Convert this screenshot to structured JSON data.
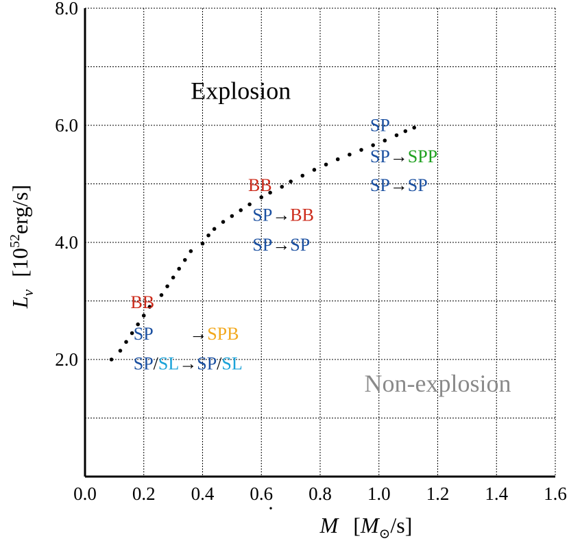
{
  "chart_data": {
    "type": "scatter",
    "xlabel": "Ṁ [M⊙/s]",
    "ylabel": "Lν [10^52 erg/s]",
    "xlim": [
      0.0,
      1.6
    ],
    "ylim": [
      0.0,
      8.0
    ],
    "x_ticks": [
      "0.0",
      "0.2",
      "0.4",
      "0.6",
      "0.8",
      "1.0",
      "1.2",
      "1.4",
      "1.6"
    ],
    "y_ticks": [
      "2.0",
      "4.0",
      "6.0",
      "8.0"
    ],
    "grid": true,
    "series": [
      {
        "points": [
          [
            0.09,
            2.0
          ],
          [
            0.12,
            2.15
          ],
          [
            0.14,
            2.3
          ],
          [
            0.16,
            2.45
          ],
          [
            0.18,
            2.6
          ],
          [
            0.2,
            2.75
          ],
          [
            0.22,
            2.9
          ],
          [
            0.26,
            3.1
          ],
          [
            0.28,
            3.25
          ],
          [
            0.3,
            3.4
          ],
          [
            0.32,
            3.55
          ],
          [
            0.34,
            3.7
          ],
          [
            0.36,
            3.85
          ],
          [
            0.4,
            3.98
          ],
          [
            0.42,
            4.12
          ],
          [
            0.44,
            4.23
          ],
          [
            0.47,
            4.35
          ],
          [
            0.5,
            4.45
          ],
          [
            0.53,
            4.55
          ],
          [
            0.56,
            4.65
          ],
          [
            0.6,
            4.77
          ],
          [
            0.63,
            4.85
          ],
          [
            0.67,
            4.95
          ],
          [
            0.7,
            5.04
          ],
          [
            0.74,
            5.14
          ],
          [
            0.78,
            5.24
          ],
          [
            0.82,
            5.33
          ],
          [
            0.86,
            5.42
          ],
          [
            0.9,
            5.5
          ],
          [
            0.94,
            5.58
          ],
          [
            0.98,
            5.66
          ],
          [
            1.02,
            5.74
          ],
          [
            1.06,
            5.83
          ],
          [
            1.09,
            5.9
          ],
          [
            1.12,
            5.96
          ]
        ]
      }
    ],
    "regions": [
      {
        "text": "Explosion",
        "x": 0.53,
        "y": 6.45,
        "color": "#000000"
      },
      {
        "text": "Non-explosion",
        "x": 1.2,
        "y": 1.45,
        "color": "#8a8a8a"
      }
    ],
    "annotations": [
      {
        "x": 0.97,
        "y": 5.9,
        "parts": [
          {
            "t": "SP",
            "c": "#1a4fa0"
          }
        ]
      },
      {
        "x": 0.97,
        "y": 5.37,
        "parts": [
          {
            "t": "SP",
            "c": "#1a4fa0"
          },
          {
            "t": "→",
            "c": "#000000"
          },
          {
            "t": "SPP",
            "c": "#1ea01e"
          }
        ]
      },
      {
        "x": 0.97,
        "y": 4.88,
        "parts": [
          {
            "t": "SP",
            "c": "#1a4fa0"
          },
          {
            "t": "→",
            "c": "#000000"
          },
          {
            "t": "SP",
            "c": "#1a4fa0"
          }
        ]
      },
      {
        "x": 0.555,
        "y": 4.88,
        "parts": [
          {
            "t": "BB",
            "c": "#cc2a1a"
          }
        ]
      },
      {
        "x": 0.57,
        "y": 4.37,
        "parts": [
          {
            "t": "SP",
            "c": "#1a4fa0"
          },
          {
            "t": "→",
            "c": "#000000"
          },
          {
            "t": "BB",
            "c": "#cc2a1a"
          }
        ]
      },
      {
        "x": 0.57,
        "y": 3.86,
        "parts": [
          {
            "t": "SP",
            "c": "#1a4fa0"
          },
          {
            "t": "→",
            "c": "#000000"
          },
          {
            "t": "SP",
            "c": "#1a4fa0"
          }
        ]
      },
      {
        "x": 0.155,
        "y": 2.88,
        "parts": [
          {
            "t": "BB",
            "c": "#cc2a1a"
          }
        ]
      },
      {
        "x": 0.165,
        "y": 2.34,
        "parts": [
          {
            "t": "SP",
            "c": "#1a4fa0"
          }
        ]
      },
      {
        "x": 0.355,
        "y": 2.34,
        "parts": [
          {
            "t": "→",
            "c": "#000000"
          },
          {
            "t": "SPB",
            "c": "#f2a81d"
          }
        ]
      },
      {
        "x": 0.165,
        "y": 1.83,
        "parts": [
          {
            "t": "SP",
            "c": "#1a4fa0"
          },
          {
            "t": "/",
            "c": "#000000"
          },
          {
            "t": "SL",
            "c": "#1aa2d8"
          },
          {
            "t": "→",
            "c": "#000000"
          },
          {
            "t": "SP",
            "c": "#1a4fa0"
          },
          {
            "t": "/",
            "c": "#000000"
          },
          {
            "t": "SL",
            "c": "#1aa2d8"
          }
        ]
      }
    ]
  }
}
